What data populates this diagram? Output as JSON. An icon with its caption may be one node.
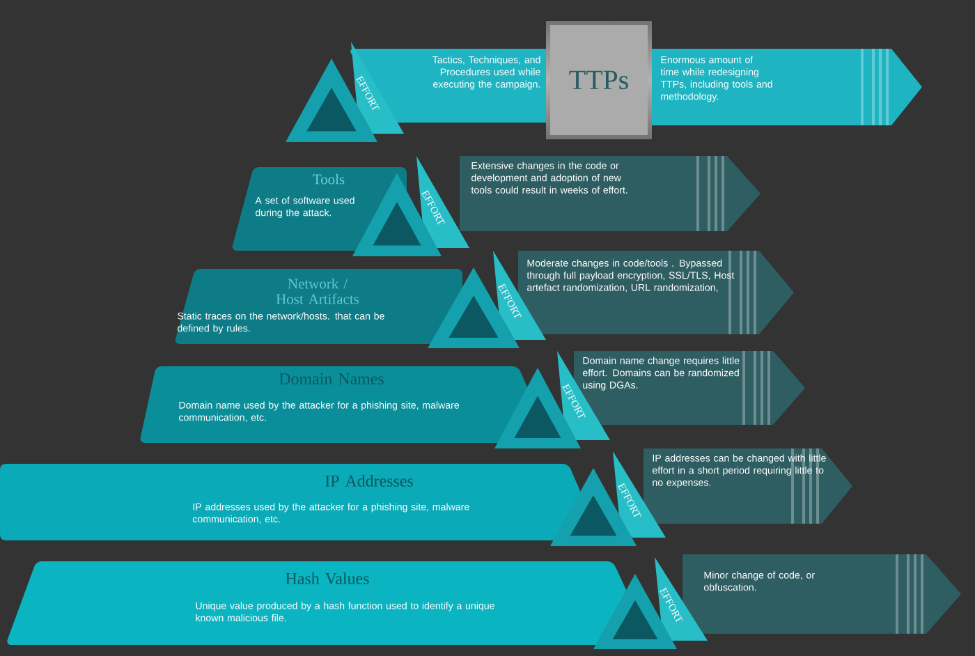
{
  "diagram": {
    "nodes": [
      {
        "text": [
          "EFFORT"
        ]
      },
      {
        "text": [
          "Tactics, Techniques, and Procedures used while executing the campaign."
        ]
      },
      {
        "text": [
          "TTPs"
        ]
      },
      {
        "text": [
          "Enormous amount of time while redesigning TTPs, including tools and methodology."
        ]
      },
      {
        "text": [
          "Tools",
          "A set of software used during the attack."
        ]
      },
      {
        "text": [
          "EFFORT"
        ]
      },
      {
        "text": [
          "Extensive changes in the code or development and adoption of new tools could result in weeks of effort."
        ]
      },
      {
        "text": [
          "Network / Host Artifacts",
          "Static traces on the network/hosts. that can be defined by rules."
        ]
      },
      {
        "text": [
          "EFFORT"
        ]
      },
      {
        "text": [
          "Moderate changes in code/tools . Bypassed through full payload encryption, SSL/TLS, Host artefact randomization, URL randomization,"
        ]
      },
      {
        "text": [
          "Domain Names",
          "Domain name used by the attacker for a phishing site, malware communication, etc."
        ]
      },
      {
        "text": [
          "EFFORT"
        ]
      },
      {
        "text": [
          "Domain name change requires little effort. Domains can be randomized using DGAs."
        ]
      },
      {
        "text": [
          "IP Addresses",
          "IP addresses used by the attacker for a phishing site, malware communication, etc."
        ]
      },
      {
        "text": [
          "EFFORT"
        ]
      },
      {
        "text": [
          "IP addresses can be changed with little effort in a short period requiring little to no expenses."
        ]
      },
      {
        "text": [
          "Hash Values",
          "Unique value produced by a hash function used to identify a unique known malicious file."
        ]
      },
      {
        "text": [
          "EFFORT"
        ]
      },
      {
        "text": [
          "Minor change of code, or obfuscation."
        ]
      }
    ]
  }
}
